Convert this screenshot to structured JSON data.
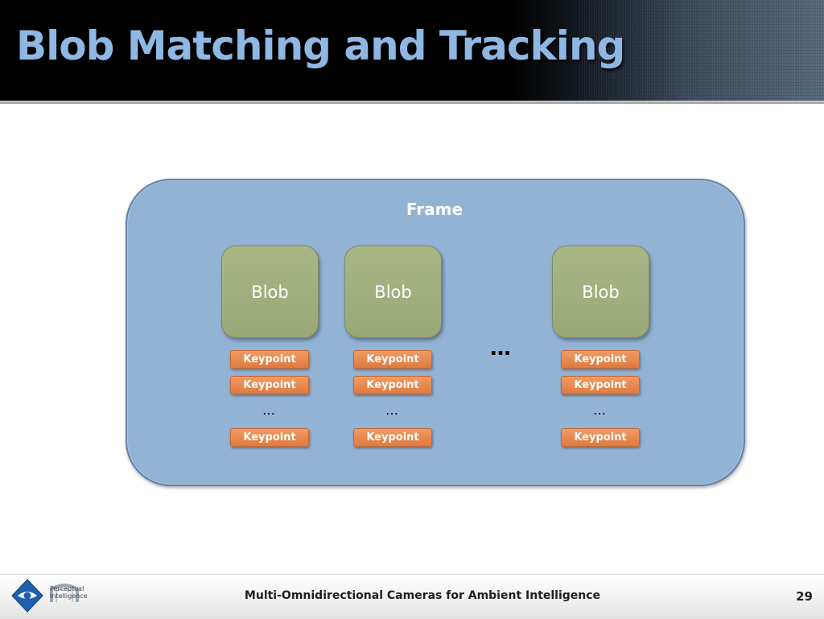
{
  "slide": {
    "title": "Blob Matching and Tracking"
  },
  "diagram": {
    "frame_label": "Frame",
    "blobs": [
      {
        "label": "Blob",
        "keypoints": [
          "Keypoint",
          "Keypoint",
          "Keypoint"
        ],
        "ellipsis": "…"
      },
      {
        "label": "Blob",
        "keypoints": [
          "Keypoint",
          "Keypoint",
          "Keypoint"
        ],
        "ellipsis": "…"
      },
      {
        "label": "Blob",
        "keypoints": [
          "Keypoint",
          "Keypoint",
          "Keypoint"
        ],
        "ellipsis": "…"
      }
    ],
    "blobs_ellipsis": "…"
  },
  "footer": {
    "text": "Multi-Omnidirectional Cameras for Ambient Intelligence",
    "page_number": "29",
    "logo_text": "Perceptual Intelligence"
  },
  "colors": {
    "title": "#8fb7e3",
    "frame_fill": "#93b3d5",
    "blob_fill": "#a9b686",
    "keypoint_fill": "#ec8c52",
    "logo_blue": "#1e5fae"
  }
}
